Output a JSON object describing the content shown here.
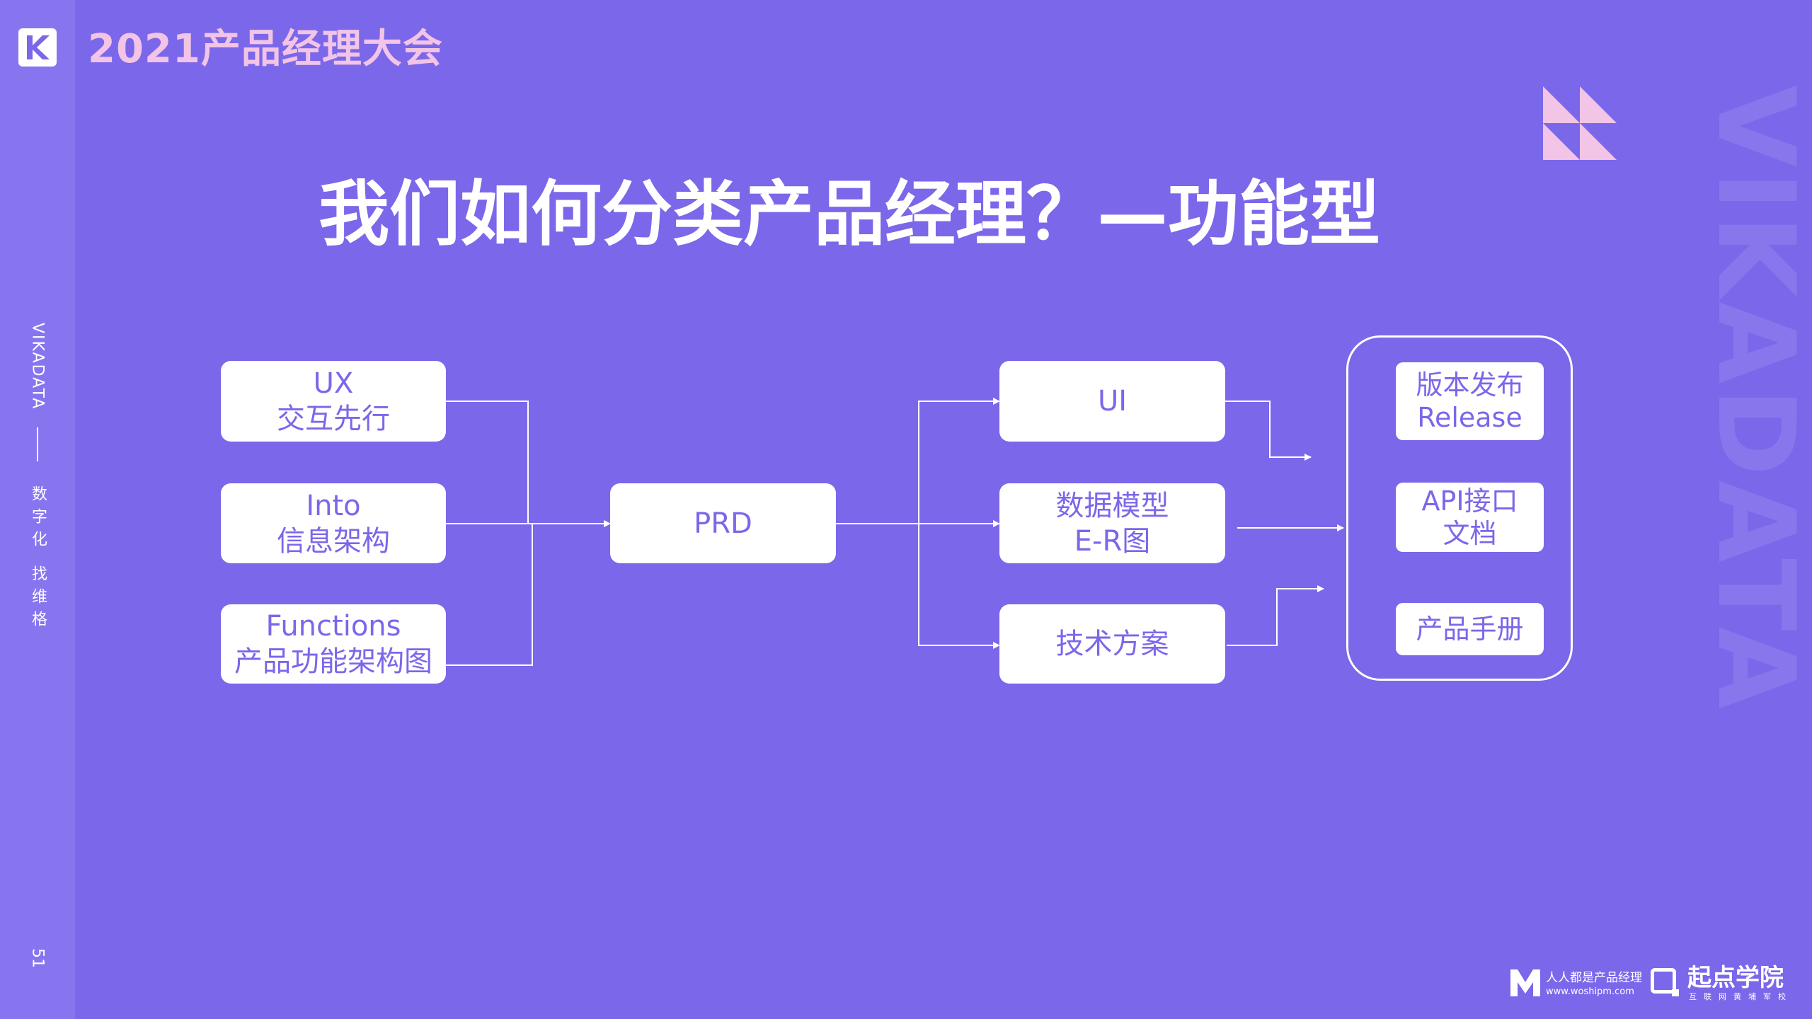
{
  "header": {
    "conference_title": "2021产品经理大会"
  },
  "sidebar": {
    "brand": "VIKADATA",
    "tagline": "数字化 找维格",
    "page_number": "51"
  },
  "watermark": {
    "brand_text": "VIKADATA"
  },
  "slide": {
    "title": "我们如何分类产品经理？—功能型"
  },
  "diagram": {
    "inputs": [
      {
        "line1": "UX",
        "line2": "交互先行"
      },
      {
        "line1": "Into",
        "line2": "信息架构"
      },
      {
        "line1": "Functions",
        "line2": "产品功能架构图"
      }
    ],
    "center": {
      "label": "PRD"
    },
    "outputs": [
      {
        "line1": "UI",
        "line2": ""
      },
      {
        "line1": "数据模型",
        "line2": "E-R图"
      },
      {
        "line1": "技术方案",
        "line2": ""
      }
    ],
    "deliverables": [
      {
        "line1": "版本发布",
        "line2": "Release"
      },
      {
        "line1": "API接口",
        "line2": "文档"
      },
      {
        "line1": "产品手册",
        "line2": ""
      }
    ]
  },
  "footer": {
    "woshipm_name": "人人都是产品经理",
    "woshipm_url": "www.woshipm.com",
    "qidian_name": "起点学院",
    "qidian_sub": "互联网黄埔军校"
  },
  "colors": {
    "background": "#7b67ea",
    "sidebar": "#8775ef",
    "accent_pink": "#f2c4e6",
    "box": "#ffffff"
  }
}
